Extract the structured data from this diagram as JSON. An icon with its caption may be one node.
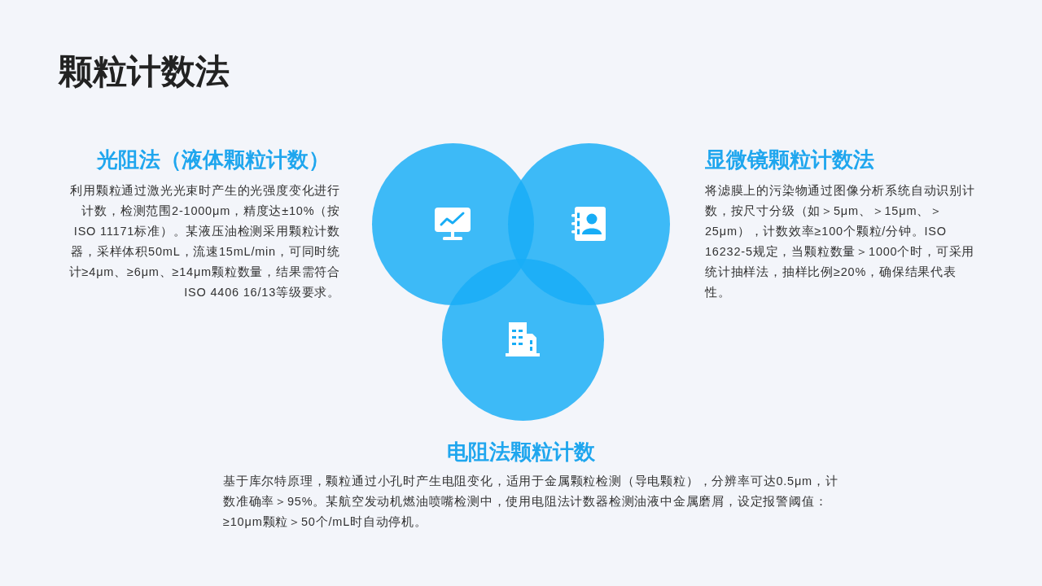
{
  "diagram": {
    "title": "颗粒计数法",
    "nodes": [
      {
        "text": [],
        "shape": "circle",
        "beside": [
          "光阻法（液体颗粒计数）",
          "利用颗粒通过激光光束时产生的光强度变化进行计数，检测范围2-1000μm，精度达±10%（按ISO 11171标准）。某液压油检测采用颗粒计数器，采样体积50mL，流速15mL/min，可同时统计≥4μm、≥6μm、≥14μm颗粒数量，结果需符合ISO 4406 16/13等级要求。"
        ]
      },
      {
        "text": [],
        "shape": "circle",
        "beside": [
          "显微镜颗粒计数法",
          "将滤膜上的污染物通过图像分析系统自动识别计数，按尺寸分级（如＞5μm、＞15μm、＞25μm），计数效率≥100个颗粒/分钟。ISO 16232-5规定，当颗粒数量＞1000个时，可采用统计抽样法，抽样比例≥20%，确保结果代表性。"
        ]
      },
      {
        "text": [],
        "shape": "circle",
        "beside": [
          "电阻法颗粒计数",
          "基于库尔特原理，颗粒通过小孔时产生电阻变化，适用于金属颗粒检测（导电颗粒），分辨率可达0.5μm，计数准确率＞95%。某航空发动机燃油喷嘴检测中，使用电阻法计数器检测油液中金属磨屑，设定报警阈值：≥10μm颗粒＞50个/mL时自动停机。"
        ]
      }
    ]
  }
}
